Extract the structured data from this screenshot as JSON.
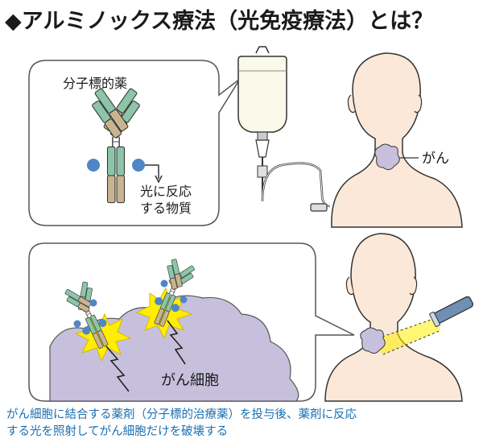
{
  "title": "◆アルミノックス療法（光免疫療法）とは？",
  "labels": {
    "antibody_drug": "分子標的薬",
    "light_reactive_line1": "光に反応",
    "light_reactive_line2": "する物質",
    "cancer": "がん",
    "cancer_cell": "がん細胞"
  },
  "caption_line1": "がん細胞に結合する薬剤（分子標的治療薬）を投与後、薬剤に反応",
  "caption_line2": "する光を照射してがん細胞だけを破壊する",
  "colors": {
    "antibody_green": "#8cc5a8",
    "antibody_tan": "#c8b48e",
    "dye_blue": "#4f86c6",
    "cancer_purple": "#c7c0dc",
    "skin": "#fbe8d8",
    "burst_yellow": "#ffee00",
    "caption_blue": "#1a6fb0"
  }
}
